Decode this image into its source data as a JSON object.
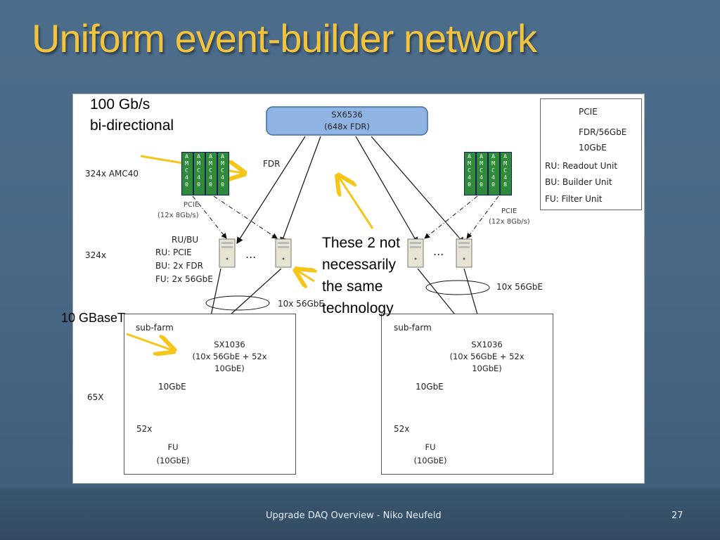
{
  "slide": {
    "title": "Uniform event-builder network",
    "footer": "Upgrade DAQ Overview - Niko Neufeld",
    "page_number": "27"
  },
  "diagram": {
    "core_switch": {
      "name": "SX6536",
      "detail": "(648x FDR)"
    },
    "amc_label": "324x AMC40",
    "amc_card_text": [
      "A",
      "M",
      "C",
      "4",
      "0"
    ],
    "amc_card_text_alt": [
      "A",
      "M",
      "C",
      "4",
      "8"
    ],
    "fdr_label": "FDR",
    "pcie_left": {
      "line1": "PCIE",
      "line2": "(12x 8Gb/s)"
    },
    "pcie_right": {
      "line1": "PCIE",
      "line2": "(12x 8Gb/s)"
    },
    "rubu": {
      "title": "RU/BU",
      "ru": "RU: PCIE",
      "bu": "BU: 2x FDR",
      "fu": "FU: 2x 56GbE"
    },
    "count_324x": "324x",
    "ellipsis": "...",
    "link_left": "10x 56GbE",
    "link_right": "10x 56GbE",
    "subfarm_label": "sub-farm",
    "edge_switch": {
      "name": "SX1036",
      "line2": "(10x 56GbE + 52x",
      "line3": "10GbE)"
    },
    "tengbe": "10GbE",
    "count_65x": "65X",
    "count_52x": "52x",
    "fu_label": {
      "line1": "FU",
      "line2": "(10GbE)"
    },
    "legend": {
      "pcie": "PCIE",
      "fdr": "FDR/56GbE",
      "tengbe": "10GbE",
      "ru": "RU: Readout Unit",
      "bu": "BU: Builder Unit",
      "fu": "FU: Filter Unit"
    }
  },
  "annotations": {
    "bandwidth_line1": "100 Gb/s",
    "bandwidth_line2": "bi-directional",
    "tech_note": [
      "These 2 not",
      "necessarily",
      "the same",
      "technology"
    ],
    "basetest": "10 GBaseT"
  },
  "colors": {
    "title": "#f2c43e",
    "arrow": "#f5c518",
    "core_switch": "#8fb4e3",
    "edge_switch": "#a9c483",
    "amc": "#2f8a3a"
  }
}
